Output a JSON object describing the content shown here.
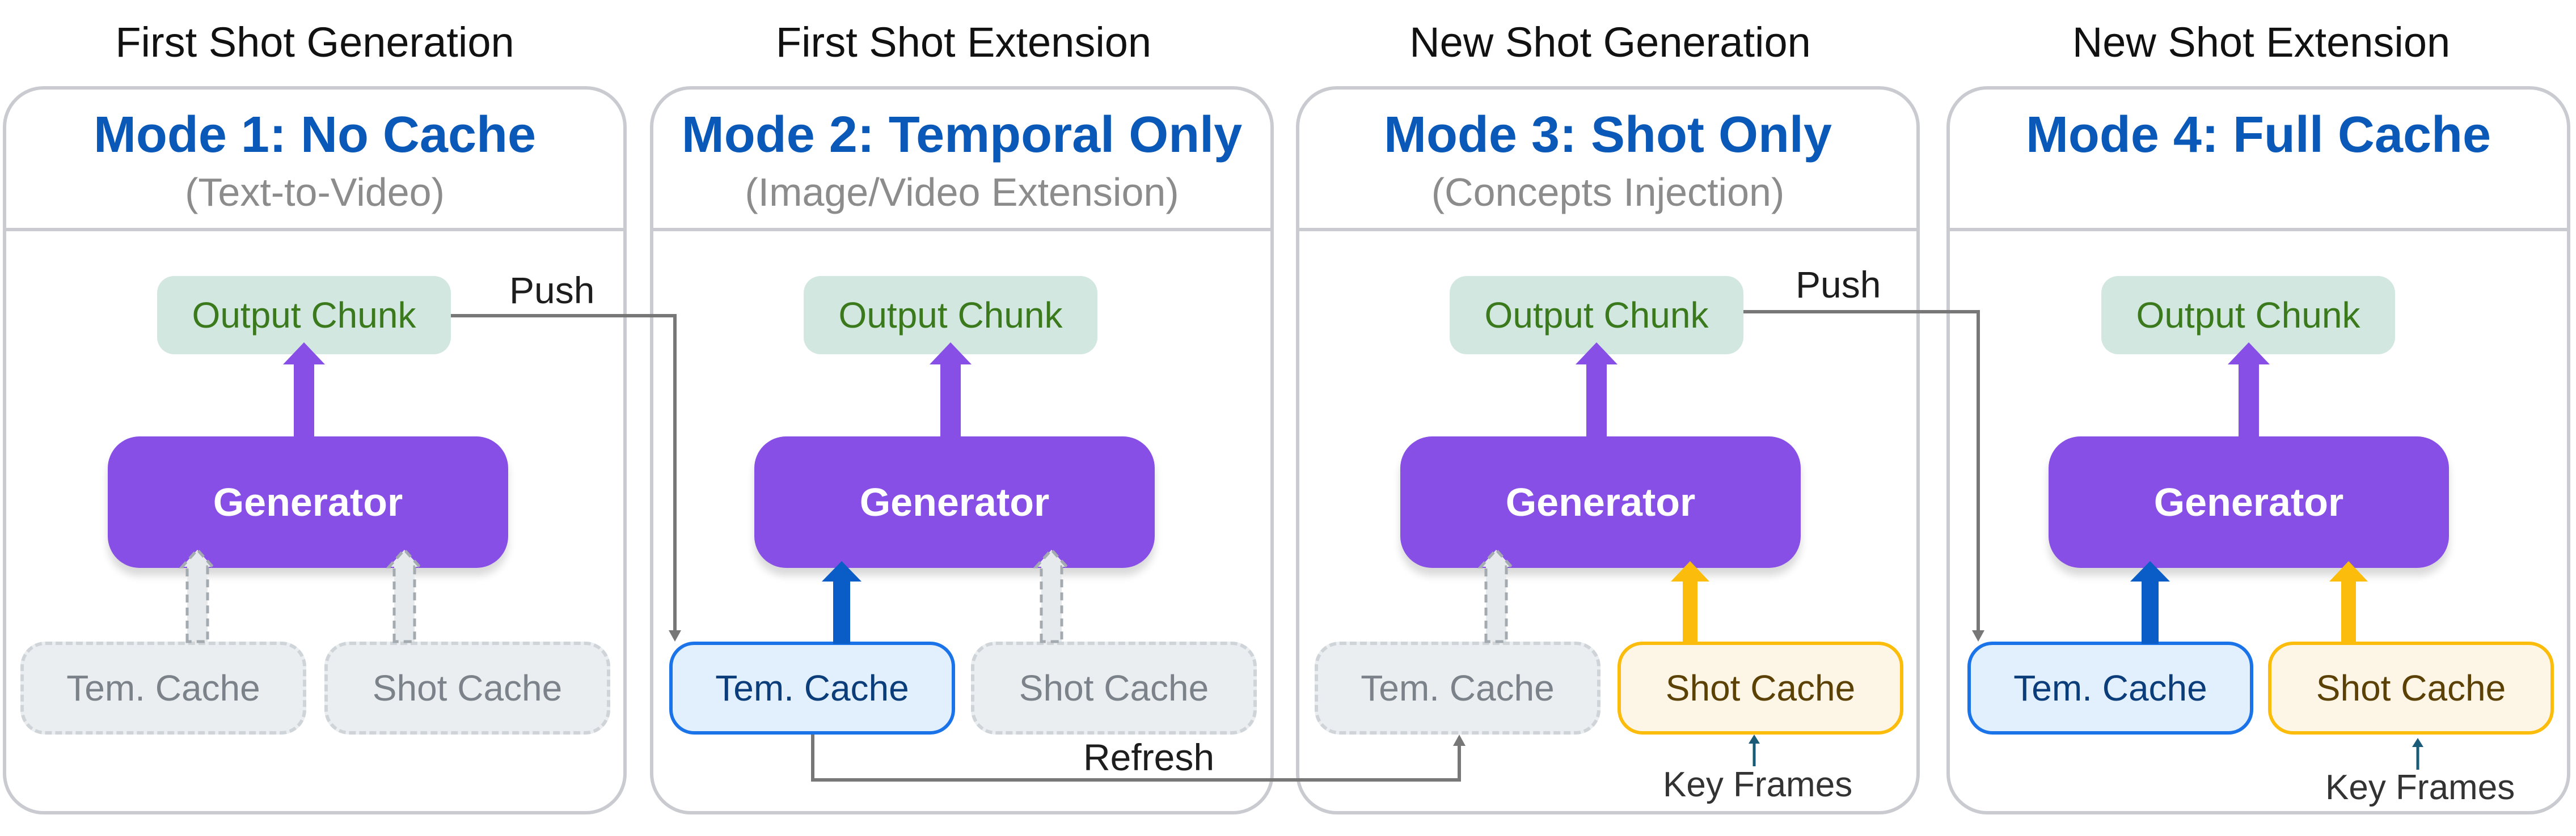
{
  "columns": [
    {
      "header": "First Shot Generation",
      "mode_title": "Mode 1: No Cache",
      "mode_subtitle": "(Text-to-Video)",
      "output_label": "Output Chunk",
      "generator_label": "Generator",
      "tem_cache": {
        "label": "Tem. Cache",
        "state": "inactive"
      },
      "shot_cache": {
        "label": "Shot Cache",
        "state": "inactive"
      }
    },
    {
      "header": "First Shot Extension",
      "mode_title": "Mode 2: Temporal Only",
      "mode_subtitle": "(Image/Video Extension)",
      "output_label": "Output Chunk",
      "generator_label": "Generator",
      "tem_cache": {
        "label": "Tem. Cache",
        "state": "active"
      },
      "shot_cache": {
        "label": "Shot Cache",
        "state": "inactive"
      }
    },
    {
      "header": "New Shot Generation",
      "mode_title": "Mode 3: Shot Only",
      "mode_subtitle": "(Concepts Injection)",
      "output_label": "Output Chunk",
      "generator_label": "Generator",
      "tem_cache": {
        "label": "Tem. Cache",
        "state": "inactive"
      },
      "shot_cache": {
        "label": "Shot Cache",
        "state": "active"
      },
      "shot_input_label": "Key Frames"
    },
    {
      "header": "New Shot Extension",
      "mode_title": "Mode 4: Full Cache",
      "mode_subtitle": "",
      "output_label": "Output Chunk",
      "generator_label": "Generator",
      "tem_cache": {
        "label": "Tem. Cache",
        "state": "active"
      },
      "shot_cache": {
        "label": "Shot Cache",
        "state": "active"
      },
      "shot_input_label": "Key Frames"
    }
  ],
  "connectors": {
    "push_1_label": "Push",
    "refresh_label": "Refresh",
    "push_2_label": "Push"
  },
  "colors": {
    "mode_title": "#0a58b8",
    "generator": "#874fe6",
    "output_bg": "#d2e7df",
    "output_text": "#3a7a1c",
    "tem_cache_border": "#1a73e8",
    "tem_arrow": "#0a5cc6",
    "shot_cache_border": "#fbbc0b",
    "inactive": "#cfd4d9",
    "connector": "#777777"
  }
}
